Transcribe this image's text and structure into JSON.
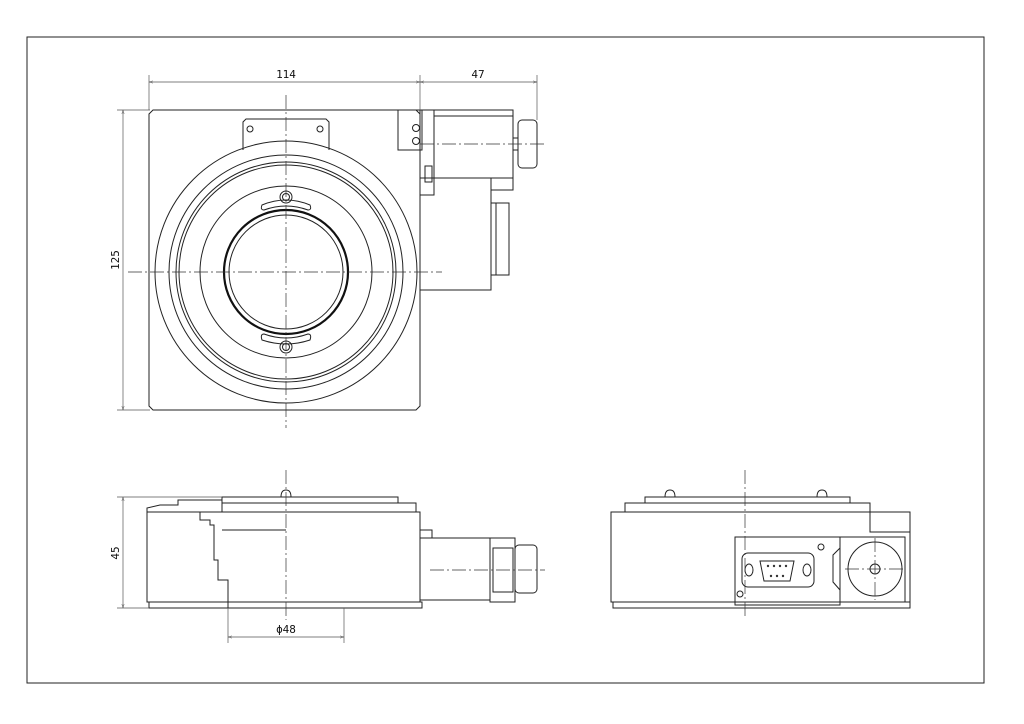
{
  "drawing": {
    "dimensions": {
      "width_plate": "114",
      "width_motor": "47",
      "height_plate": "125",
      "height_side": "45",
      "bore_diameter": "ϕ48"
    }
  }
}
